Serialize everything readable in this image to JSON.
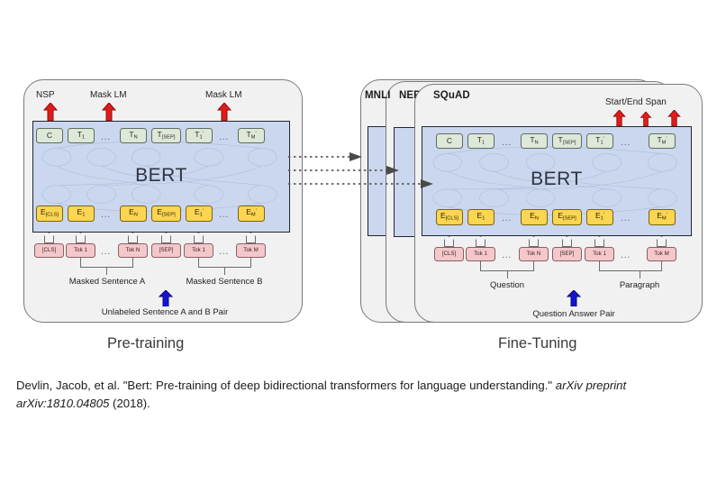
{
  "figure": {
    "left_stage_caption": "Pre-training",
    "right_stage_caption": "Fine-Tuning",
    "core_model_name": "BERT"
  },
  "colors": {
    "panel_background": "#f1f1f1",
    "panel_border": "#7a7a7a",
    "bert_block_fill": "#cad7ef",
    "bert_block_border": "#21252e",
    "output_chip_fill": "#dde8d9",
    "embedding_chip_fill": "#fcd551",
    "token_chip_fill": "#f4c8cb",
    "up_arrow_red": "#e01b1b",
    "up_arrow_blue": "#1414cf",
    "transfer_arrow_gray": "#5a5a5a"
  },
  "pretraining": {
    "head_labels": [
      {
        "text": "NSP"
      },
      {
        "text": "Mask LM"
      },
      {
        "text": "Mask LM"
      }
    ],
    "output_chips": [
      {
        "base": "C",
        "sub": "",
        "prime": false
      },
      {
        "base": "T",
        "sub": "1",
        "prime": false
      },
      {
        "base": "T",
        "sub": "N",
        "prime": false
      },
      {
        "base": "T",
        "sub": "[SEP]",
        "prime": false
      },
      {
        "base": "T",
        "sub": "1",
        "prime": true
      },
      {
        "base": "T",
        "sub": "M",
        "prime": true
      }
    ],
    "embedding_chips": [
      {
        "base": "E",
        "sub": "[CLS]",
        "prime": false
      },
      {
        "base": "E",
        "sub": "1",
        "prime": false
      },
      {
        "base": "E",
        "sub": "N",
        "prime": false
      },
      {
        "base": "E",
        "sub": "[SEP]",
        "prime": false
      },
      {
        "base": "E",
        "sub": "1",
        "prime": true
      },
      {
        "base": "E",
        "sub": "M",
        "prime": true
      }
    ],
    "token_chips": [
      {
        "text": "[CLS]"
      },
      {
        "text": "Tok 1"
      },
      {
        "text": "Tok N"
      },
      {
        "text": "[SEP]"
      },
      {
        "text": "Tok 1"
      },
      {
        "text": "Tok M"
      }
    ],
    "ellipsis": "...",
    "group_label_left": "Masked Sentence A",
    "group_label_right": "Masked Sentence B",
    "input_label": "Unlabeled Sentence A and B Pair"
  },
  "finetuning": {
    "task_tabs": [
      {
        "label": "MNLI"
      },
      {
        "label": "NER"
      },
      {
        "label": "SQuAD"
      }
    ],
    "head_labels": [
      {
        "text": "Start/End Span"
      }
    ],
    "output_chips": [
      {
        "base": "C",
        "sub": "",
        "prime": false
      },
      {
        "base": "T",
        "sub": "1",
        "prime": false
      },
      {
        "base": "T",
        "sub": "N",
        "prime": false
      },
      {
        "base": "T",
        "sub": "[SEP]",
        "prime": false
      },
      {
        "base": "T",
        "sub": "1",
        "prime": true
      },
      {
        "base": "T",
        "sub": "M",
        "prime": true
      }
    ],
    "embedding_chips": [
      {
        "base": "E",
        "sub": "[CLS]",
        "prime": false
      },
      {
        "base": "E",
        "sub": "1",
        "prime": false
      },
      {
        "base": "E",
        "sub": "N",
        "prime": false
      },
      {
        "base": "E",
        "sub": "[SEP]",
        "prime": false
      },
      {
        "base": "E",
        "sub": "1",
        "prime": true
      },
      {
        "base": "E",
        "sub": "M",
        "prime": true
      }
    ],
    "token_chips": [
      {
        "text": "[CLS]"
      },
      {
        "text": "Tok 1"
      },
      {
        "text": "Tok N"
      },
      {
        "text": "[SEP]"
      },
      {
        "text": "Tok 1"
      },
      {
        "text": "Tok M"
      }
    ],
    "ellipsis": "...",
    "group_label_left": "Question",
    "group_label_right": "Paragraph",
    "input_label": "Question Answer Pair"
  },
  "citation": {
    "part1": "Devlin, Jacob, et al. \"Bert: Pre-training of deep bidirectional transformers for language understanding.\" ",
    "italic1": "arXiv preprint arXiv:1810.04805",
    "part2": " (2018)."
  }
}
